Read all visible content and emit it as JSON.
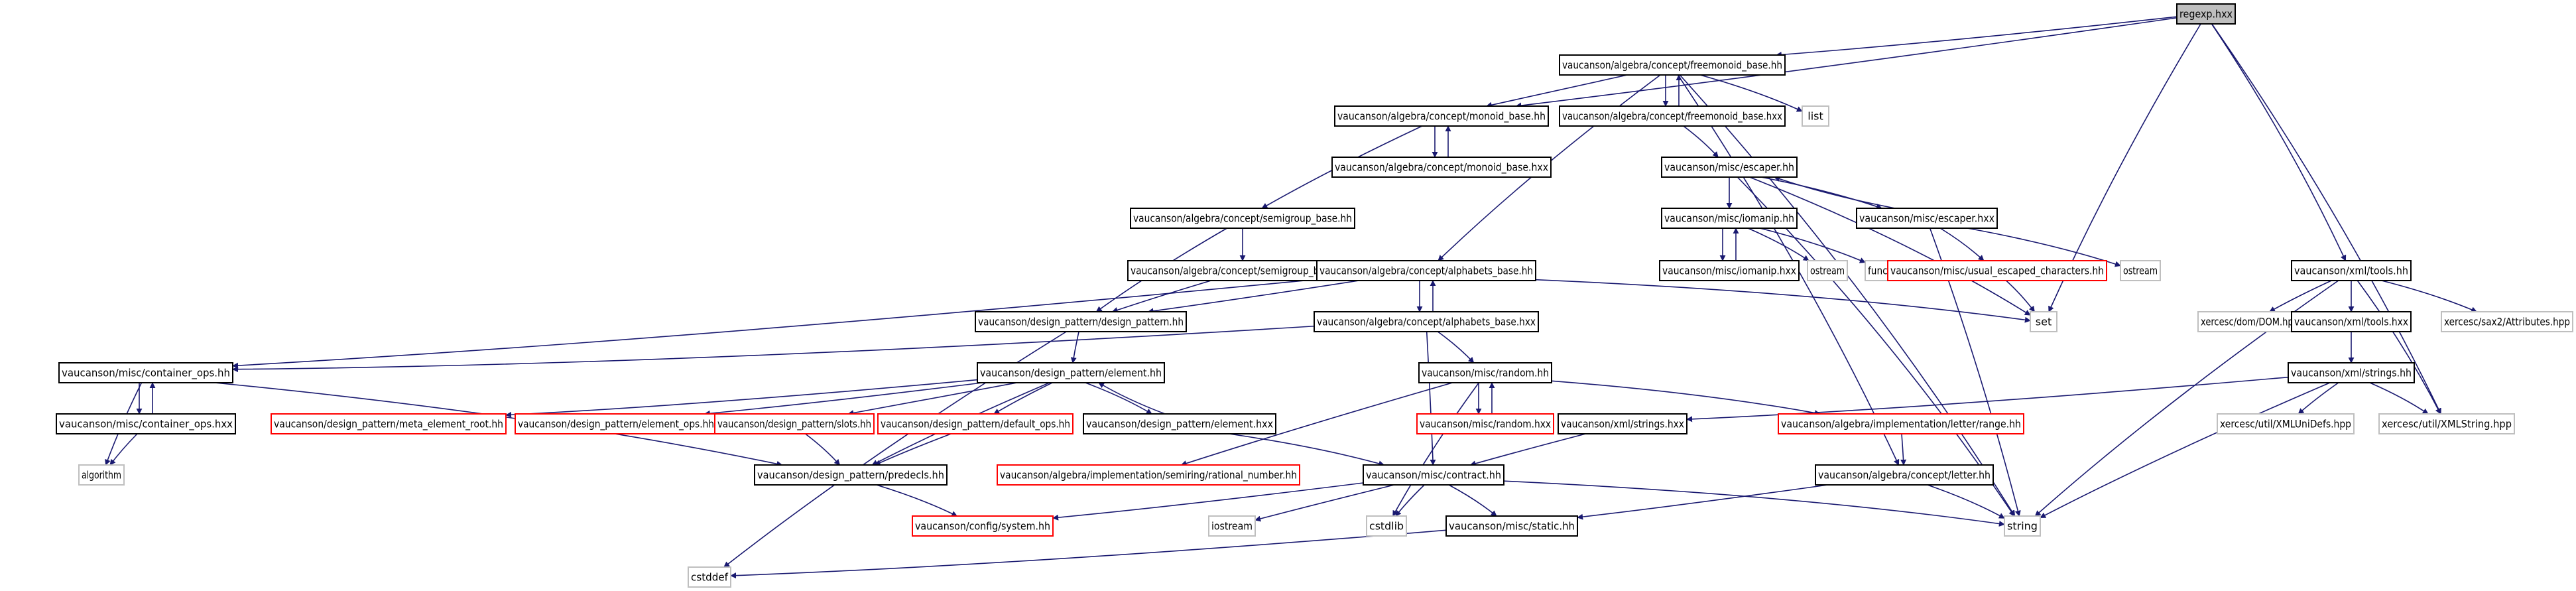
{
  "diagram": {
    "colors": {
      "edge": "#191970",
      "text": "#000000",
      "border_normal": "#000000",
      "border_missing": "#ff0000",
      "border_external": "#bfbfbf",
      "root_fill": "#bfbfbf"
    },
    "nodes": [
      {
        "id": "regexp_hxx",
        "label": "regexp.hxx",
        "kind": "root"
      },
      {
        "id": "freemonoid_base_hh",
        "label": "vaucanson/algebra/concept/freemonoid_base.hh",
        "kind": "normal"
      },
      {
        "id": "freemonoid_base_hxx",
        "label": "vaucanson/algebra/concept/freemonoid_base.hxx",
        "kind": "normal"
      },
      {
        "id": "list",
        "label": "list",
        "kind": "external"
      },
      {
        "id": "monoid_base_hh",
        "label": "vaucanson/algebra/concept/monoid_base.hh",
        "kind": "normal"
      },
      {
        "id": "monoid_base_hxx",
        "label": "vaucanson/algebra/concept/monoid_base.hxx",
        "kind": "normal"
      },
      {
        "id": "semigroup_base_hh",
        "label": "vaucanson/algebra/concept/semigroup_base.hh",
        "kind": "normal"
      },
      {
        "id": "semigroup_base_hxx",
        "label": "vaucanson/algebra/concept/semigroup_base.hxx",
        "kind": "normal"
      },
      {
        "id": "design_pattern_hh",
        "label": "vaucanson/design_pattern/design_pattern.hh",
        "kind": "normal"
      },
      {
        "id": "alphabets_base_hh",
        "label": "vaucanson/algebra/concept/alphabets_base.hh",
        "kind": "normal"
      },
      {
        "id": "alphabets_base_hxx",
        "label": "vaucanson/algebra/concept/alphabets_base.hxx",
        "kind": "normal"
      },
      {
        "id": "escaper_hh",
        "label": "vaucanson/misc/escaper.hh",
        "kind": "normal"
      },
      {
        "id": "escaper_hxx",
        "label": "vaucanson/misc/escaper.hxx",
        "kind": "normal"
      },
      {
        "id": "iomanip_hh",
        "label": "vaucanson/misc/iomanip.hh",
        "kind": "normal"
      },
      {
        "id": "iomanip_hxx",
        "label": "vaucanson/misc/iomanip.hxx",
        "kind": "normal"
      },
      {
        "id": "ostream1",
        "label": "ostream",
        "kind": "external"
      },
      {
        "id": "functional",
        "label": "functional",
        "kind": "external"
      },
      {
        "id": "usual_escaped_characters_hh",
        "label": "vaucanson/misc/usual_escaped_characters.hh",
        "kind": "missing"
      },
      {
        "id": "ostream2",
        "label": "ostream",
        "kind": "external"
      },
      {
        "id": "set",
        "label": "set",
        "kind": "external"
      },
      {
        "id": "xml_tools_hh",
        "label": "vaucanson/xml/tools.hh",
        "kind": "normal"
      },
      {
        "id": "xercesc_dom_hpp",
        "label": "xercesc/dom/DOM.hpp",
        "kind": "external"
      },
      {
        "id": "xml_tools_hxx",
        "label": "vaucanson/xml/tools.hxx",
        "kind": "normal"
      },
      {
        "id": "xercesc_sax2_attributes_hpp",
        "label": "xercesc/sax2/Attributes.hpp",
        "kind": "external"
      },
      {
        "id": "xml_strings_hh",
        "label": "vaucanson/xml/strings.hh",
        "kind": "normal"
      },
      {
        "id": "xercesc_xmlunidefs_hpp",
        "label": "xercesc/util/XMLUniDefs.hpp",
        "kind": "external"
      },
      {
        "id": "xercesc_xmlstring_hpp",
        "label": "xercesc/util/XMLString.hpp",
        "kind": "external"
      },
      {
        "id": "container_ops_hh",
        "label": "vaucanson/misc/container_ops.hh",
        "kind": "normal"
      },
      {
        "id": "container_ops_hxx",
        "label": "vaucanson/misc/container_ops.hxx",
        "kind": "normal"
      },
      {
        "id": "algorithm",
        "label": "algorithm",
        "kind": "external"
      },
      {
        "id": "element_hh",
        "label": "vaucanson/design_pattern/element.hh",
        "kind": "normal"
      },
      {
        "id": "meta_element_root_hh",
        "label": "vaucanson/design_pattern/meta_element_root.hh",
        "kind": "missing"
      },
      {
        "id": "element_ops_hh",
        "label": "vaucanson/design_pattern/element_ops.hh",
        "kind": "missing"
      },
      {
        "id": "slots_hh",
        "label": "vaucanson/design_pattern/slots.hh",
        "kind": "missing"
      },
      {
        "id": "default_ops_hh",
        "label": "vaucanson/design_pattern/default_ops.hh",
        "kind": "missing"
      },
      {
        "id": "element_hxx",
        "label": "vaucanson/design_pattern/element.hxx",
        "kind": "normal"
      },
      {
        "id": "predecls_hh",
        "label": "vaucanson/design_pattern/predecls.hh",
        "kind": "normal"
      },
      {
        "id": "system_hh",
        "label": "vaucanson/config/system.hh",
        "kind": "missing"
      },
      {
        "id": "random_hh",
        "label": "vaucanson/misc/random.hh",
        "kind": "normal"
      },
      {
        "id": "random_hxx",
        "label": "vaucanson/misc/random.hxx",
        "kind": "missing"
      },
      {
        "id": "xml_strings_hxx",
        "label": "vaucanson/xml/strings.hxx",
        "kind": "normal"
      },
      {
        "id": "range_hh",
        "label": "vaucanson/algebra/implementation/letter/range.hh",
        "kind": "missing"
      },
      {
        "id": "rational_number_hh",
        "label": "vaucanson/algebra/implementation/semiring/rational_number.hh",
        "kind": "missing"
      },
      {
        "id": "contract_hh",
        "label": "vaucanson/misc/contract.hh",
        "kind": "normal"
      },
      {
        "id": "letter_hh",
        "label": "vaucanson/algebra/concept/letter.hh",
        "kind": "normal"
      },
      {
        "id": "iostream",
        "label": "iostream",
        "kind": "external"
      },
      {
        "id": "cstdlib",
        "label": "cstdlib",
        "kind": "external"
      },
      {
        "id": "static_hh",
        "label": "vaucanson/misc/static.hh",
        "kind": "normal"
      },
      {
        "id": "string",
        "label": "string",
        "kind": "external"
      },
      {
        "id": "cstddef",
        "label": "cstddef",
        "kind": "external"
      }
    ],
    "edges": [
      [
        "regexp_hxx",
        "freemonoid_base_hh"
      ],
      [
        "regexp_hxx",
        "monoid_base_hh"
      ],
      [
        "regexp_hxx",
        "xml_tools_hh"
      ],
      [
        "regexp_hxx",
        "set"
      ],
      [
        "regexp_hxx",
        "xercesc_xmlstring_hpp"
      ],
      [
        "freemonoid_base_hh",
        "monoid_base_hh"
      ],
      [
        "freemonoid_base_hh",
        "freemonoid_base_hxx"
      ],
      [
        "freemonoid_base_hh",
        "list"
      ],
      [
        "freemonoid_base_hh",
        "alphabets_base_hh"
      ],
      [
        "freemonoid_base_hh",
        "letter_hh"
      ],
      [
        "freemonoid_base_hh",
        "string"
      ],
      [
        "freemonoid_base_hxx",
        "freemonoid_base_hh"
      ],
      [
        "freemonoid_base_hxx",
        "escaper_hh"
      ],
      [
        "monoid_base_hh",
        "monoid_base_hxx"
      ],
      [
        "monoid_base_hh",
        "semigroup_base_hh"
      ],
      [
        "monoid_base_hxx",
        "monoid_base_hh"
      ],
      [
        "semigroup_base_hh",
        "semigroup_base_hxx"
      ],
      [
        "semigroup_base_hh",
        "design_pattern_hh"
      ],
      [
        "semigroup_base_hxx",
        "design_pattern_hh"
      ],
      [
        "design_pattern_hh",
        "element_hh"
      ],
      [
        "alphabets_base_hh",
        "alphabets_base_hxx"
      ],
      [
        "alphabets_base_hh",
        "design_pattern_hh"
      ],
      [
        "alphabets_base_hh",
        "container_ops_hh"
      ],
      [
        "alphabets_base_hh",
        "set"
      ],
      [
        "alphabets_base_hxx",
        "alphabets_base_hh"
      ],
      [
        "alphabets_base_hxx",
        "random_hh"
      ],
      [
        "alphabets_base_hxx",
        "contract_hh"
      ],
      [
        "alphabets_base_hxx",
        "container_ops_hh"
      ],
      [
        "escaper_hh",
        "escaper_hxx"
      ],
      [
        "escaper_hh",
        "iomanip_hh"
      ],
      [
        "escaper_hh",
        "string"
      ],
      [
        "escaper_hh",
        "set"
      ],
      [
        "escaper_hxx",
        "escaper_hh"
      ],
      [
        "escaper_hxx",
        "usual_escaped_characters_hh"
      ],
      [
        "escaper_hxx",
        "ostream2"
      ],
      [
        "escaper_hxx",
        "string"
      ],
      [
        "iomanip_hh",
        "iomanip_hxx"
      ],
      [
        "iomanip_hh",
        "ostream1"
      ],
      [
        "iomanip_hh",
        "functional"
      ],
      [
        "iomanip_hxx",
        "iomanip_hh"
      ],
      [
        "usual_escaped_characters_hh",
        "set"
      ],
      [
        "xml_tools_hh",
        "xercesc_dom_hpp"
      ],
      [
        "xml_tools_hh",
        "xml_tools_hxx"
      ],
      [
        "xml_tools_hh",
        "xercesc_sax2_attributes_hpp"
      ],
      [
        "xml_tools_hh",
        "xercesc_xmlstring_hpp"
      ],
      [
        "xml_tools_hh",
        "string"
      ],
      [
        "xml_tools_hxx",
        "xml_strings_hh"
      ],
      [
        "xml_strings_hh",
        "xercesc_xmlunidefs_hpp"
      ],
      [
        "xml_strings_hh",
        "xercesc_xmlstring_hpp"
      ],
      [
        "xml_strings_hh",
        "xml_strings_hxx"
      ],
      [
        "xml_strings_hh",
        "string"
      ],
      [
        "container_ops_hh",
        "container_ops_hxx"
      ],
      [
        "container_ops_hh",
        "algorithm"
      ],
      [
        "container_ops_hh",
        "predecls_hh"
      ],
      [
        "container_ops_hxx",
        "container_ops_hh"
      ],
      [
        "container_ops_hxx",
        "algorithm"
      ],
      [
        "element_hh",
        "meta_element_root_hh"
      ],
      [
        "element_hh",
        "element_ops_hh"
      ],
      [
        "element_hh",
        "slots_hh"
      ],
      [
        "element_hh",
        "default_ops_hh"
      ],
      [
        "element_hh",
        "element_hxx"
      ],
      [
        "element_hh",
        "predecls_hh"
      ],
      [
        "element_hxx",
        "element_hh"
      ],
      [
        "element_hxx",
        "contract_hh"
      ],
      [
        "slots_hh",
        "predecls_hh"
      ],
      [
        "default_ops_hh",
        "predecls_hh"
      ],
      [
        "predecls_hh",
        "system_hh"
      ],
      [
        "random_hh",
        "random_hxx"
      ],
      [
        "random_hh",
        "range_hh"
      ],
      [
        "random_hh",
        "rational_number_hh"
      ],
      [
        "random_hh",
        "cstdlib"
      ],
      [
        "random_hxx",
        "random_hh"
      ],
      [
        "xml_strings_hxx",
        "contract_hh"
      ],
      [
        "range_hh",
        "letter_hh"
      ],
      [
        "contract_hh",
        "system_hh"
      ],
      [
        "contract_hh",
        "iostream"
      ],
      [
        "contract_hh",
        "cstdlib"
      ],
      [
        "contract_hh",
        "static_hh"
      ],
      [
        "contract_hh",
        "string"
      ],
      [
        "letter_hh",
        "static_hh"
      ],
      [
        "letter_hh",
        "string"
      ],
      [
        "static_hh",
        "cstddef"
      ],
      [
        "design_pattern_hh",
        "cstddef"
      ]
    ]
  }
}
